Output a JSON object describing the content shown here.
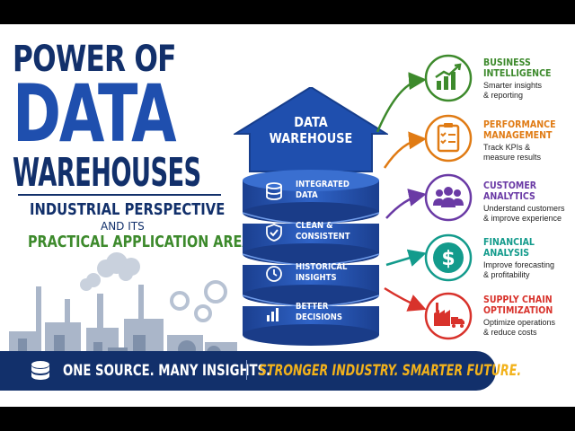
{
  "title": {
    "line1": "POWER OF",
    "line2": "DATA",
    "line3": "WAREHOUSES"
  },
  "subtitle": {
    "line1": "INDUSTRIAL PERSPECTIVE",
    "line2": "AND ITS",
    "line3": "PRACTICAL APPLICATION AREAS"
  },
  "warehouse": {
    "title_line1": "DATA",
    "title_line2": "WAREHOUSE",
    "tiers": [
      {
        "icon": "database-icon",
        "line1": "INTEGRATED",
        "line2": "DATA"
      },
      {
        "icon": "shield-check-icon",
        "line1": "CLEAN &",
        "line2": "CONSISTENT"
      },
      {
        "icon": "clock-icon",
        "line1": "HISTORICAL",
        "line2": "INSIGHTS"
      },
      {
        "icon": "bar-chart-icon",
        "line1": "BETTER",
        "line2": "DECISIONS"
      }
    ]
  },
  "categories": [
    {
      "icon": "growth-chart-icon",
      "color": "#3d8a2c",
      "title1": "BUSINESS",
      "title2": "INTELLIGENCE",
      "desc1": "Smarter insights",
      "desc2": "& reporting"
    },
    {
      "icon": "clipboard-checklist-icon",
      "color": "#e07b14",
      "title1": "PERFORMANCE",
      "title2": "MANAGEMENT",
      "desc1": "Track KPIs &",
      "desc2": "measure results"
    },
    {
      "icon": "people-group-icon",
      "color": "#6a3aa5",
      "title1": "CUSTOMER",
      "title2": "ANALYTICS",
      "desc1": "Understand customers",
      "desc2": "& improve experience"
    },
    {
      "icon": "dollar-icon",
      "color": "#139b8c",
      "title1": "FINANCIAL",
      "title2": "ANALYSIS",
      "desc1": "Improve forecasting",
      "desc2": "& profitability"
    },
    {
      "icon": "factory-truck-icon",
      "color": "#d8322b",
      "title1": "SUPPLY CHAIN",
      "title2": "OPTIMIZATION",
      "desc1": "Optimize operations",
      "desc2": "& reduce costs"
    }
  ],
  "footer": {
    "left_text": "ONE SOURCE. MANY INSIGHTS.",
    "right_text": "STRONGER INDUSTRY. SMARTER FUTURE."
  },
  "colors": {
    "navy": "#12306b",
    "blue": "#1f4fae",
    "green": "#3d8a2c",
    "gold": "#f2b21b"
  }
}
